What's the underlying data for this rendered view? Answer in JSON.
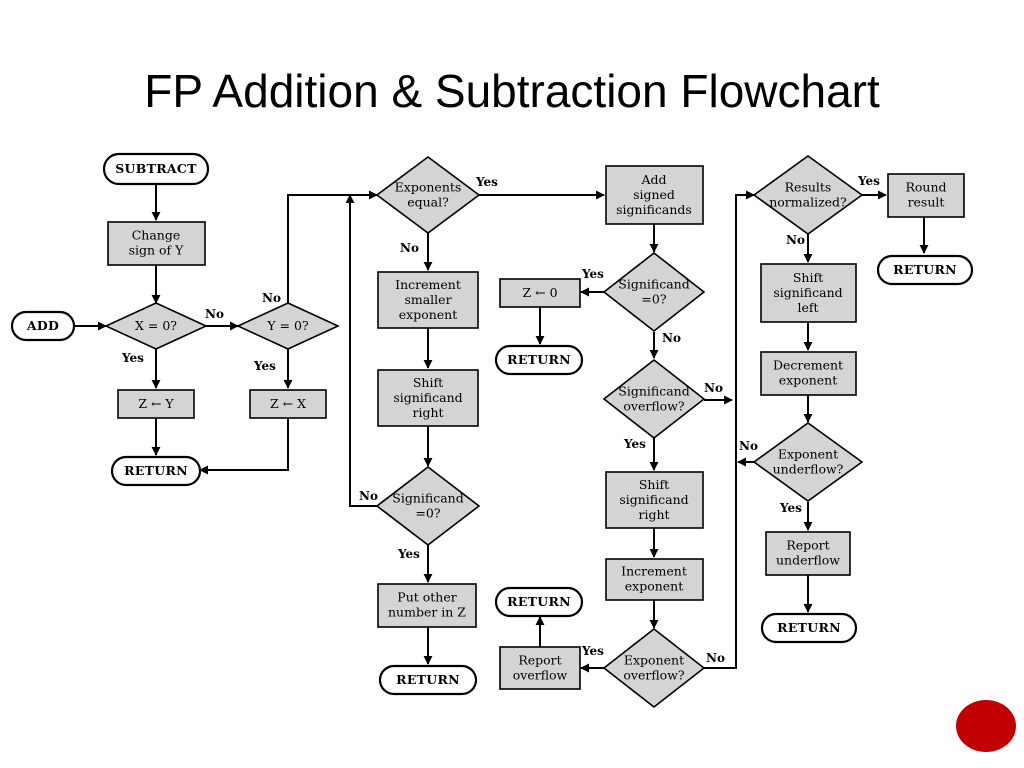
{
  "slide": {
    "title": "FP Addition & Subtraction Flowchart",
    "accent_color": "#c00000"
  },
  "nodes": {
    "subtract": [
      "SUBTRACT"
    ],
    "change_sign": [
      "Change",
      "sign of Y"
    ],
    "add": [
      "ADD"
    ],
    "x_zero": [
      "X = 0?"
    ],
    "y_zero": [
      "Y = 0?"
    ],
    "z_y": [
      "Z ← Y"
    ],
    "z_x": [
      "Z ← X"
    ],
    "return_1": [
      "RETURN"
    ],
    "exp_equal": [
      "Exponents",
      "equal?"
    ],
    "inc_smaller": [
      "Increment",
      "smaller",
      "exponent"
    ],
    "shift_right_1": [
      "Shift",
      "significand",
      "right"
    ],
    "sig_zero_1": [
      "Significand",
      "=0?"
    ],
    "put_other": [
      "Put other",
      "number in Z"
    ],
    "return_2": [
      "RETURN"
    ],
    "add_signed": [
      "Add",
      "signed",
      "significands"
    ],
    "sig_zero_2": [
      "Significand",
      "=0?"
    ],
    "z_zero": [
      "Z ← 0"
    ],
    "return_3": [
      "RETURN"
    ],
    "sig_overflow": [
      "Significand",
      "overflow?"
    ],
    "shift_right_2": [
      "Shift",
      "significand",
      "right"
    ],
    "inc_exp": [
      "Increment",
      "exponent"
    ],
    "exp_overflow": [
      "Exponent",
      "overflow?"
    ],
    "report_overflow": [
      "Report",
      "overflow"
    ],
    "return_4": [
      "RETURN"
    ],
    "normalized": [
      "Results",
      "normalized?"
    ],
    "round": [
      "Round",
      "result"
    ],
    "return_5": [
      "RETURN"
    ],
    "shift_left": [
      "Shift",
      "significand",
      "left"
    ],
    "dec_exp": [
      "Decrement",
      "exponent"
    ],
    "exp_underflow": [
      "Exponent",
      "underflow?"
    ],
    "report_underflow": [
      "Report",
      "underflow"
    ],
    "return_6": [
      "RETURN"
    ]
  },
  "labels": {
    "x_zero_no": "No",
    "x_zero_yes": "Yes",
    "y_zero_no": "No",
    "y_zero_yes": "Yes",
    "exp_equal_yes": "Yes",
    "exp_equal_no": "No",
    "sig_zero_1_no": "No",
    "sig_zero_1_yes": "Yes",
    "sig_zero_2_yes": "Yes",
    "sig_zero_2_no": "No",
    "sig_overflow_no": "No",
    "sig_overflow_yes": "Yes",
    "exp_overflow_yes": "Yes",
    "exp_overflow_no": "No",
    "normalized_yes": "Yes",
    "normalized_no": "No",
    "exp_underflow_no": "No",
    "exp_underflow_yes": "Yes"
  }
}
